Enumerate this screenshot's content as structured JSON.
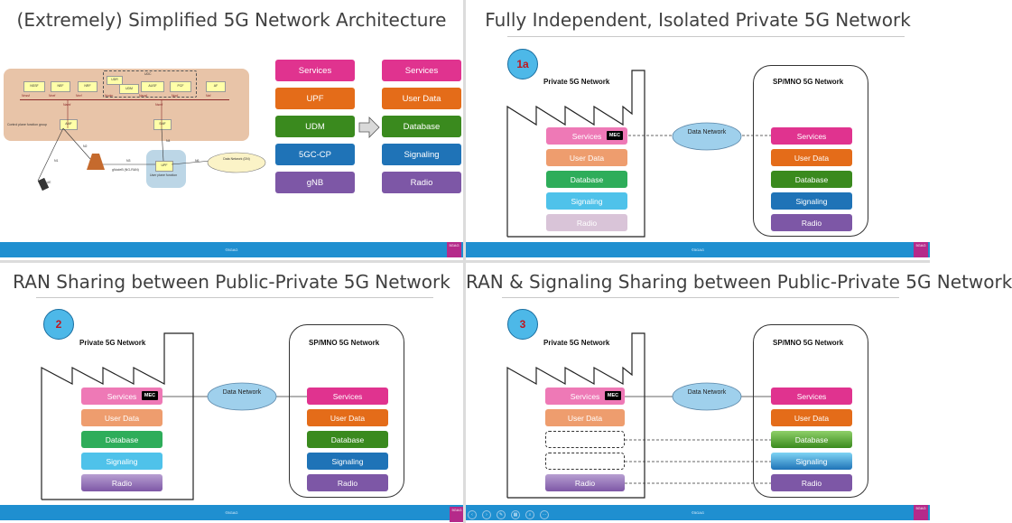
{
  "panels": {
    "simplified": {
      "title": "(Extremely) Simplified 5G Network Architecture",
      "left_stack": [
        "Services",
        "UPF",
        "UDM",
        "5GC-CP",
        "gNB"
      ],
      "right_stack": [
        "Services",
        "User Data",
        "Database",
        "Signaling",
        "Radio"
      ],
      "diagram": {
        "nfs": [
          "NSSF",
          "NEF",
          "NRF",
          "UDR",
          "UDM",
          "AUSF",
          "PCF",
          "AF",
          "AMF",
          "SMF",
          "UPF"
        ],
        "nfs_full": [
          "NSSF",
          "NEF",
          "NRF",
          "UDR",
          "UDM",
          "AUSF",
          "PCF",
          "AF"
        ],
        "interfaces": [
          "Nnssf",
          "Nnef",
          "Nnrf",
          "Nudm",
          "Nausf",
          "Npcf",
          "Naf",
          "Namf",
          "Nsmf"
        ],
        "refs": [
          "N1",
          "N2",
          "N3",
          "N4",
          "N6"
        ],
        "labels": {
          "udc": "UDC",
          "control": "Control plane function group",
          "user_plane": "User plane function",
          "gnb": "gNodeB (NG-RAN)",
          "ue": "5G UE",
          "dn": "Data Network (DN)"
        }
      }
    },
    "isolated": {
      "title": "Fully Independent, Isolated Private 5G Network",
      "badge": "1a",
      "private_label": "Private 5G Network",
      "mno_label": "SP/MNO 5G Network",
      "cloud_label": "Data Network",
      "mec": "MEC",
      "private_stack": [
        "Services",
        "User Data",
        "Database",
        "Signaling",
        "Radio"
      ],
      "mno_stack": [
        "Services",
        "User Data",
        "Database",
        "Signaling",
        "Radio"
      ]
    },
    "ran_sharing": {
      "title": "RAN Sharing between Public-Private 5G Network",
      "badge": "2",
      "private_label": "Private 5G Network",
      "mno_label": "SP/MNO 5G Network",
      "cloud_label": "Data Network",
      "mec": "MEC",
      "private_stack": [
        "Services",
        "User Data",
        "Database",
        "Signaling",
        "Radio"
      ],
      "mno_stack": [
        "Services",
        "User Data",
        "Database",
        "Signaling",
        "Radio"
      ]
    },
    "ran_signaling": {
      "title": "RAN & Signaling Sharing between Public-Private 5G Network",
      "badge": "3",
      "private_label": "Private 5G Network",
      "mno_label": "SP/MNO 5G Network",
      "cloud_label": "Data Network",
      "mec": "MEC",
      "private_stack": [
        "Services",
        "User Data",
        "",
        "",
        "Radio"
      ],
      "mno_stack": [
        "Services",
        "User Data",
        "Database",
        "Signaling",
        "Radio"
      ]
    }
  },
  "footer": {
    "text": "©5GAG",
    "logo": "5GAG"
  },
  "colors": {
    "services": "#e0338f",
    "services_light": "#ee79b6",
    "userdata": "#e46c19",
    "userdata_light": "#ee9d6e",
    "database": "#3a8a1e",
    "database_light": "#2ead5a",
    "signaling": "#1f73b7",
    "signaling_light": "#4fc2ea",
    "radio": "#7d57a6",
    "radio_light": "#d9c4d8",
    "udm_green": "#3a8a1e",
    "cp_blue": "#1f73b7",
    "footer": "#1f8fd0"
  }
}
